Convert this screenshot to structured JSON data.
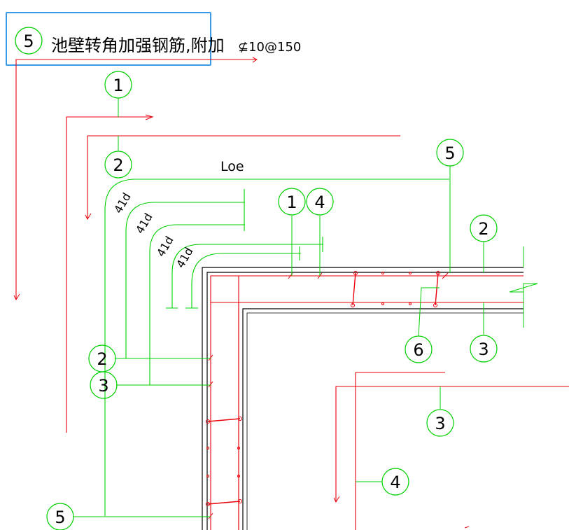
{
  "title": {
    "bubble": "5",
    "text": "池壁转角加强钢筋,附加",
    "spec": "⊈10@150"
  },
  "dimension_label": "Loe",
  "lap_labels": [
    "41d",
    "41d",
    "41d",
    "41d"
  ],
  "bubbles": [
    "1",
    "2",
    "5",
    "1",
    "4",
    "2",
    "6",
    "3",
    "2",
    "3",
    "3",
    "4",
    "5"
  ],
  "colors": {
    "rebar": "#e8000b",
    "leader": "#00d000",
    "outline": "#000000",
    "highlight": "#3a9ae8"
  }
}
